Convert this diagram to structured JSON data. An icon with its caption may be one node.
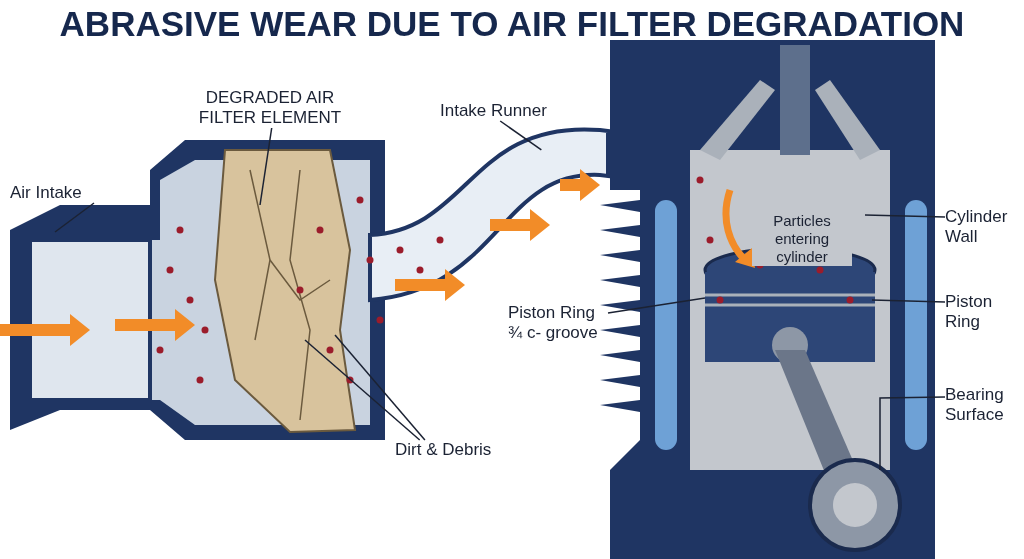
{
  "diagram": {
    "title": "ABRASIVE WEAR DUE TO AIR FILTER DEGRADATION",
    "nodes": [
      {
        "text": [
          "Air Intake"
        ]
      },
      {
        "text": [
          "DEGRADED AIR FILTER ELEMENT"
        ]
      },
      {
        "text": [
          "Intake Runner"
        ]
      },
      {
        "text": [
          "Particles entering cylinder"
        ]
      },
      {
        "text": [
          "Cylinder Wall"
        ]
      },
      {
        "text": [
          "Piston Ring"
        ]
      },
      {
        "text": [
          "Piston Ring ¾ c- groove"
        ]
      },
      {
        "text": [
          "Bearing Surface"
        ]
      },
      {
        "text": [
          "Dirt & Debris"
        ]
      },
      {
        "text": [],
        "shape": "picture"
      }
    ],
    "edges": [
      {
        "from": 0,
        "to": null,
        "arrow": "none"
      },
      {
        "from": 1,
        "to": null,
        "arrow": "none"
      },
      {
        "from": 2,
        "to": 9,
        "arrow": "none"
      },
      {
        "from": 4,
        "to": null,
        "arrow": "none"
      },
      {
        "from": 5,
        "to": null,
        "arrow": "none"
      },
      {
        "from": 6,
        "to": null,
        "arrow": "none"
      },
      {
        "from": 7,
        "to": null,
        "arrow": "none"
      },
      {
        "from": 8,
        "to": null,
        "arrow": "none"
      },
      {
        "from": 8,
        "to": null,
        "arrow": "none"
      }
    ]
  }
}
